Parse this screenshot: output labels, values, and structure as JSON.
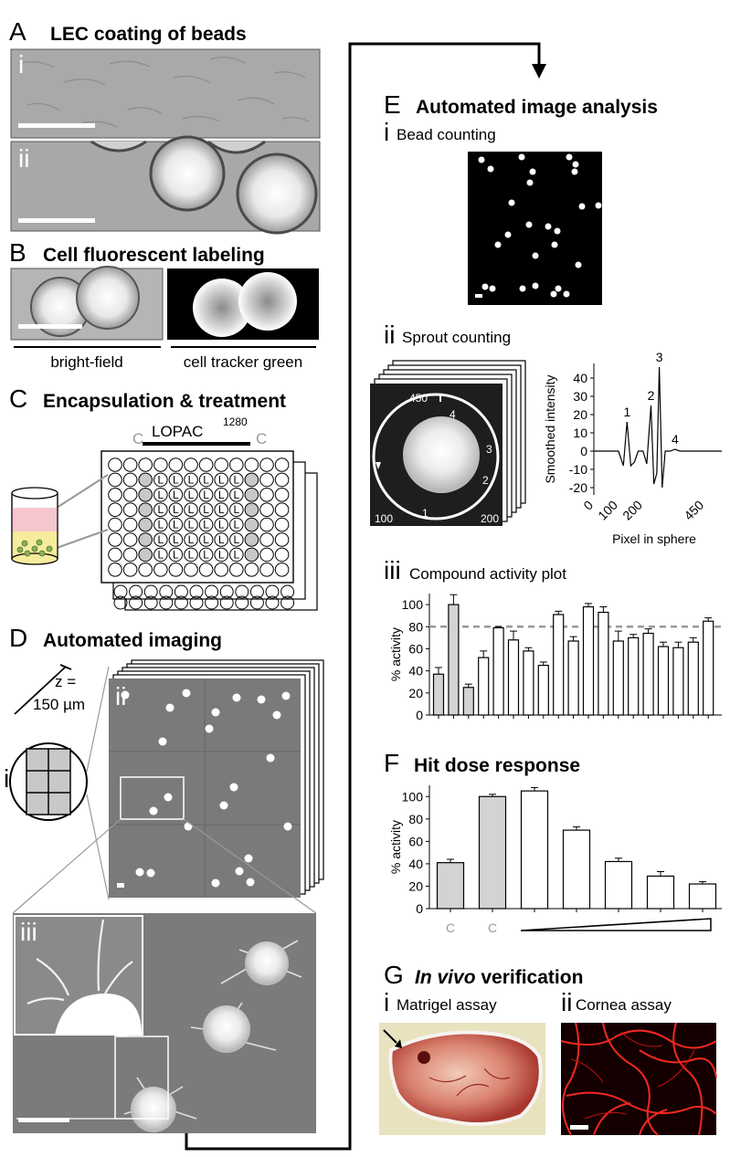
{
  "panel_A": {
    "letter": "A",
    "title": "LEC coating of beads",
    "sub_i": "i",
    "sub_ii": "ii"
  },
  "panel_B": {
    "letter": "B",
    "title": "Cell fluorescent labeling",
    "label_bf": "bright-field",
    "label_ctg": "cell tracker green"
  },
  "panel_C": {
    "letter": "C",
    "title": "Encapsulation & treatment",
    "lopac": "LOPAC",
    "lopac_sup": "1280",
    "control": "C",
    "library_mark": "L"
  },
  "panel_D": {
    "letter": "D",
    "title": "Automated imaging",
    "sub_i": "i",
    "sub_ii": "ii",
    "sub_iii": "iii",
    "z_label": "z =",
    "z_value": "150 µm"
  },
  "panel_E": {
    "letter": "E",
    "title": "Automated image analysis",
    "sub_i": "i",
    "sub_i_text": "Bead counting",
    "sub_ii": "ii",
    "sub_ii_text": "Sprout counting",
    "sub_iii": "iii",
    "sub_iii_text": "Compound activity plot",
    "sphere_labels": [
      "450",
      "4",
      "3",
      "2",
      "1",
      "100",
      "200"
    ]
  },
  "panel_F": {
    "letter": "F",
    "title": "Hit dose response"
  },
  "panel_G": {
    "letter": "G",
    "title_italic": "In vivo",
    "title_rest": " verification",
    "sub_i": "i",
    "sub_i_text": "Matrigel assay",
    "sub_ii": "ii",
    "sub_ii_text": "Cornea assay"
  },
  "chart_data": [
    {
      "type": "line",
      "ylabel": "Smoothed intensity",
      "xlabel": "Pixel in sphere",
      "yticks": [
        -20,
        -10,
        0,
        10,
        20,
        30,
        40
      ],
      "xticks": [
        0,
        100,
        200,
        450
      ],
      "ylim": [
        -24,
        48
      ],
      "xlim": [
        0,
        520
      ],
      "x": [
        0,
        100,
        120,
        135,
        150,
        165,
        180,
        200,
        215,
        232,
        244,
        256,
        266,
        278,
        290,
        310,
        330,
        350,
        520
      ],
      "y": [
        0,
        0,
        -8,
        16,
        -8,
        -6,
        0,
        0,
        -7,
        25,
        -18,
        -12,
        46,
        -20,
        0,
        0,
        1,
        0,
        0
      ],
      "annotations": [
        {
          "text": "1",
          "x": 135,
          "y": 16
        },
        {
          "text": "2",
          "x": 232,
          "y": 25
        },
        {
          "text": "3",
          "x": 266,
          "y": 46
        },
        {
          "text": "4",
          "x": 330,
          "y": 1
        }
      ]
    },
    {
      "type": "bar",
      "ylabel": "% activity",
      "yticks": [
        0,
        20,
        40,
        60,
        80,
        100
      ],
      "ylim": [
        0,
        110
      ],
      "threshold": 80,
      "values": [
        37,
        100,
        25,
        52,
        79,
        68,
        58,
        45,
        91,
        67,
        98,
        93,
        67,
        70,
        74,
        62,
        61,
        66,
        85
      ],
      "errors": [
        6,
        9,
        3,
        6,
        1,
        8,
        3,
        3,
        3,
        4,
        3,
        5,
        9,
        3,
        4,
        4,
        5,
        4,
        3
      ],
      "control": [
        true,
        true,
        true,
        false,
        false,
        false,
        false,
        false,
        false,
        false,
        false,
        false,
        false,
        false,
        false,
        false,
        false,
        false,
        false
      ]
    },
    {
      "type": "bar",
      "ylabel": "% activity",
      "yticks": [
        0,
        20,
        40,
        60,
        80,
        100
      ],
      "ylim": [
        0,
        110
      ],
      "categories": [
        "C",
        "C",
        "",
        "",
        "",
        "",
        ""
      ],
      "values": [
        41,
        100,
        105,
        70,
        42,
        29,
        22
      ],
      "errors": [
        3,
        2,
        3,
        3,
        3,
        4,
        2
      ],
      "control": [
        true,
        true,
        false,
        false,
        false,
        false,
        false
      ]
    }
  ]
}
